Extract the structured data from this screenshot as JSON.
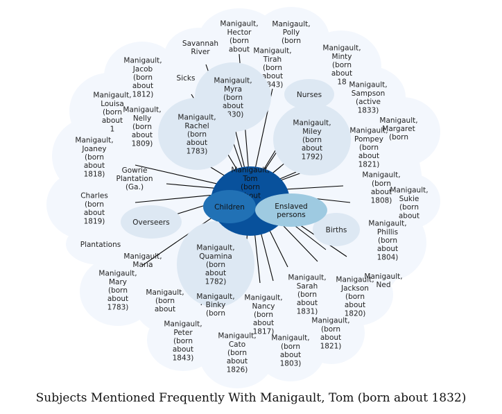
{
  "title": "Subjects Mentioned Frequently With Manigault, Tom (born about 1832)",
  "center": {
    "label": "Manigault,\nTom\n(born\nabout",
    "color": "#08519c"
  },
  "colors": {
    "halo": "#f3f7fd",
    "node_light": "#dde8f3",
    "node_mid": "#9ecae1",
    "node_dark": "#2171b5",
    "edge": "#000000"
  },
  "nodes": [
    {
      "id": "hector",
      "label": "Manigault,\nHector\n(born\nabout",
      "tone": "white"
    },
    {
      "id": "polly",
      "label": "Manigault,\nPolly\n(born",
      "tone": "white"
    },
    {
      "id": "savannah",
      "label": "Savannah\nRiver",
      "tone": "white"
    },
    {
      "id": "tirah",
      "label": "Manigault,\nTirah\n(born\nabout\n1843)",
      "tone": "white"
    },
    {
      "id": "minty",
      "label": "Manigault,\nMinty\n(born\nabout\n18",
      "tone": "white"
    },
    {
      "id": "jacob",
      "label": "Manigault,\nJacob\n(born\nabout\n1812)",
      "tone": "white"
    },
    {
      "id": "sicks",
      "label": "Sicks",
      "tone": "white"
    },
    {
      "id": "myra",
      "label": "Manigault,\nMyra\n(born\nabout\n1830)",
      "tone": "light"
    },
    {
      "id": "nurses",
      "label": "Nurses",
      "tone": "light"
    },
    {
      "id": "sampson",
      "label": "Manigault,\nSampson\n(active\n1833)",
      "tone": "white"
    },
    {
      "id": "louisa",
      "label": "Manigault,\nLouisa\n(born\nabout\n1",
      "tone": "white"
    },
    {
      "id": "nelly",
      "label": "Manigault,\nNelly\n(born\nabout\n1809)",
      "tone": "white"
    },
    {
      "id": "rachel",
      "label": "Manigault,\nRachel\n(born\nabout\n1783)",
      "tone": "light"
    },
    {
      "id": "miley",
      "label": "Manigault,\nMiley\n(born\nabout\n1792)",
      "tone": "light"
    },
    {
      "id": "margaret",
      "label": "Manigault,\nMargaret\n(born",
      "tone": "white"
    },
    {
      "id": "pompey",
      "label": "Manigault,\nPompey\n(born\nabout\n1821)",
      "tone": "white"
    },
    {
      "id": "joaney",
      "label": "Manigault,\nJoaney\n(born\nabout\n1818)",
      "tone": "white"
    },
    {
      "id": "gowrie",
      "label": "Gowrie\nPlantation\n(Ga.)",
      "tone": "white"
    },
    {
      "id": "x1808",
      "label": "Manigault,\n(born\nabout\n1808)",
      "tone": "white"
    },
    {
      "id": "sukie",
      "label": "Manigault,\nSukie\n(born\nabout",
      "tone": "white"
    },
    {
      "id": "charles",
      "label": "Charles\n(born\nabout\n1819)",
      "tone": "white"
    },
    {
      "id": "children",
      "label": "Children",
      "tone": "dark"
    },
    {
      "id": "enslaved",
      "label": "Enslaved\npersons",
      "tone": "mid"
    },
    {
      "id": "overseers",
      "label": "Overseers",
      "tone": "light"
    },
    {
      "id": "births",
      "label": "Births",
      "tone": "light"
    },
    {
      "id": "plantations",
      "label": "Plantations",
      "tone": "white"
    },
    {
      "id": "phillis",
      "label": "Manigault,\nPhillis\n(born\nabout\n1804)",
      "tone": "white"
    },
    {
      "id": "quamina",
      "label": "Manigault,\nQuamina\n(born\nabout\n1782)",
      "tone": "light"
    },
    {
      "id": "maria",
      "label": "Manigault,\nMaria",
      "tone": "white"
    },
    {
      "id": "mary",
      "label": "Manigault,\nMary\n(born\nabout\n1783)",
      "tone": "white"
    },
    {
      "id": "sarah",
      "label": "Manigault,\nSarah\n(born\nabout\n1831)",
      "tone": "white"
    },
    {
      "id": "jackson",
      "label": "Manigault,\nJackson\n(born\nabout\n1820)",
      "tone": "white"
    },
    {
      "id": "ned",
      "label": "Manigault,\nNed",
      "tone": "white"
    },
    {
      "id": "tom2",
      "label": "Manigault,\n(born\nabout",
      "tone": "white"
    },
    {
      "id": "binky",
      "label": "Manigault,\nBinky\n(born",
      "tone": "white"
    },
    {
      "id": "nancy",
      "label": "Manigault,\nNancy\n(born\nabout\n1817)",
      "tone": "white"
    },
    {
      "id": "x1821",
      "label": "Manigault,\n(born\nabout\n1821)",
      "tone": "white"
    },
    {
      "id": "peter",
      "label": "Manigault,\nPeter\n(born\nabout\n1843)",
      "tone": "white"
    },
    {
      "id": "cato",
      "label": "Manigault,\nCato\n(born\nabout\n1826)",
      "tone": "white"
    },
    {
      "id": "x1803",
      "label": "Manigault,\n(born\nabout\n1803)",
      "tone": "white"
    }
  ]
}
